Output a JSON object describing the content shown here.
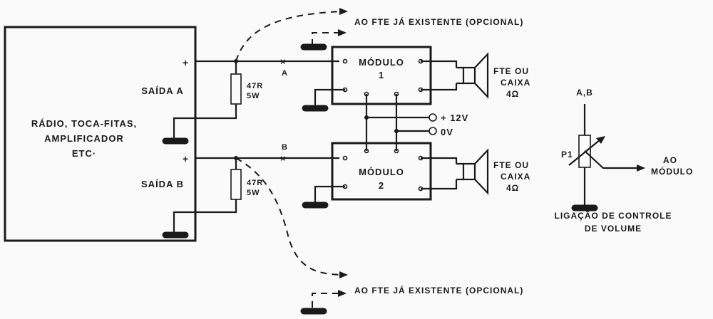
{
  "source_block": {
    "name": "RÁDIO, TOCA-FITAS, AMPLIFICADOR ETC·",
    "lines": [
      "RÁDIO, TOCA-FITAS,",
      "AMPLIFICADOR",
      "ETC·"
    ]
  },
  "outputs": [
    {
      "label": "SAÍDA A",
      "plus": "+",
      "node": "A",
      "resistor": {
        "value": "47R",
        "power": "5W"
      }
    },
    {
      "label": "SAÍDA B",
      "plus": "+",
      "node": "B",
      "resistor": {
        "value": "47R",
        "power": "5W"
      }
    }
  ],
  "modules": [
    {
      "title": "MÓDULO",
      "number": "1"
    },
    {
      "title": "MÓDULO",
      "number": "2"
    }
  ],
  "speakers": [
    {
      "line1": "FTE OU",
      "line2": "CAIXA",
      "line3": "4Ω"
    },
    {
      "line1": "FTE OU",
      "line2": "CAIXA",
      "line3": "4Ω"
    }
  ],
  "power": {
    "plus": "+ 12V",
    "zero": "0V"
  },
  "optional_note": "AO FTE JÁ EXISTENTE (OPCIONAL)",
  "volume": {
    "input": "A,B",
    "pot": "P1",
    "output_line1": "AO",
    "output_line2": "MÓDULO",
    "caption_line1": "LIGAÇÃO DE CONTROLE",
    "caption_line2": "DE VOLUME"
  }
}
